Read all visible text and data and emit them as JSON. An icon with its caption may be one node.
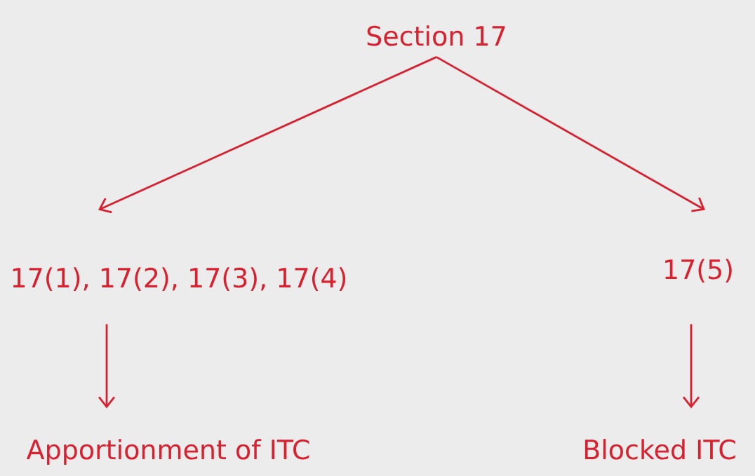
{
  "diagram": {
    "nodes": [
      {
        "text": [
          "Section 17"
        ]
      },
      {
        "text": [
          "17(1), 17(2), 17(3), 17(4)"
        ]
      },
      {
        "text": [
          "17(5)"
        ]
      },
      {
        "text": [
          "Apportionment of ITC"
        ]
      },
      {
        "text": [
          "Blocked ITC"
        ]
      }
    ],
    "edges": [
      {
        "from": 0,
        "to": 1,
        "arrow": "to"
      },
      {
        "from": 0,
        "to": 2,
        "arrow": "to"
      },
      {
        "from": 1,
        "to": 3,
        "arrow": "to"
      },
      {
        "from": 2,
        "to": 4,
        "arrow": "to"
      }
    ]
  }
}
